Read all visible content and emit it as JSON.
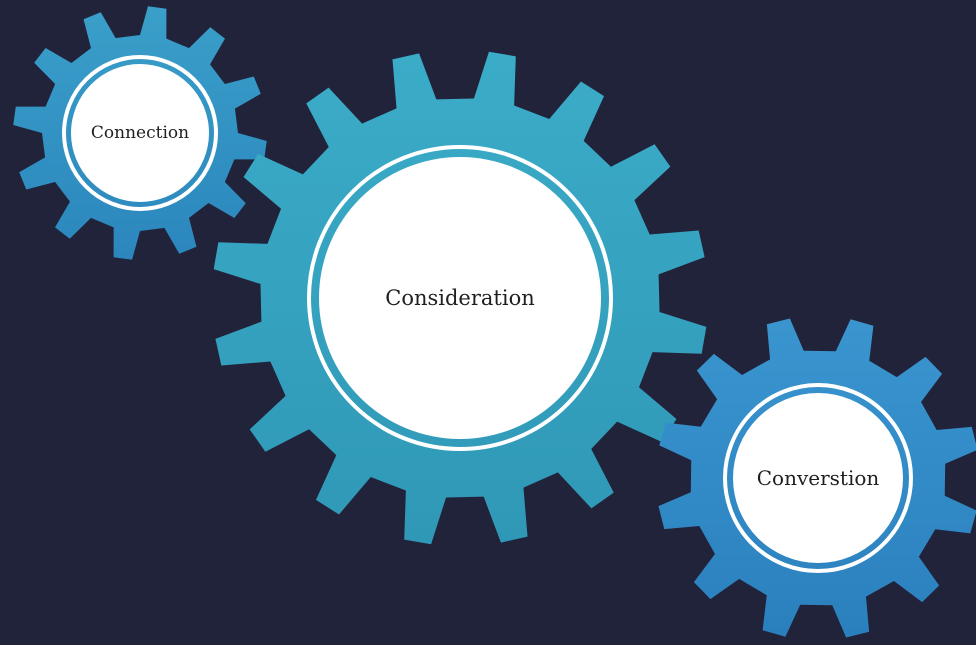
{
  "slide": {
    "background_color": "#21233b"
  },
  "gears": [
    {
      "id": "connection",
      "label": "Connection",
      "fill_top": "#3a9fc9",
      "fill_bottom": "#2b86bd"
    },
    {
      "id": "consideration",
      "label": "Consideration",
      "fill_top": "#3bacc8",
      "fill_bottom": "#2f98b6"
    },
    {
      "id": "conversion",
      "label": "Converstion",
      "fill_top": "#3a95cf",
      "fill_bottom": "#2a80bd"
    }
  ],
  "colors": {
    "ring": "#ffffff",
    "center": "#ffffff",
    "text": "#1f1f1f"
  }
}
